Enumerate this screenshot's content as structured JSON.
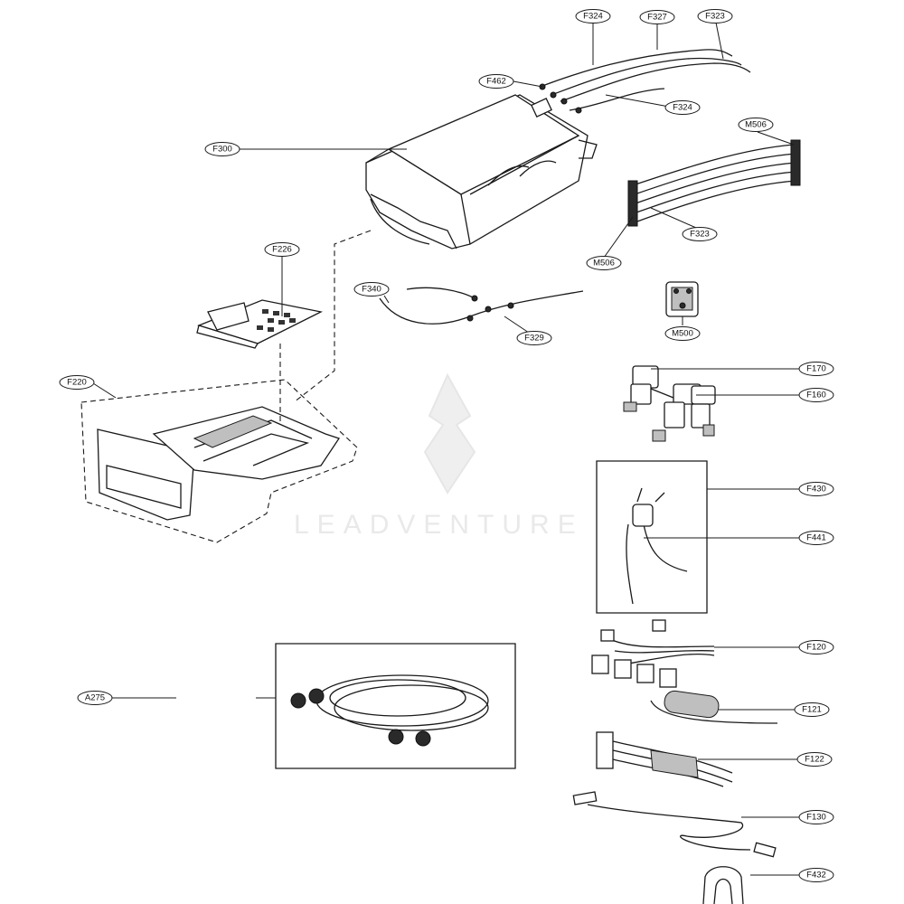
{
  "watermark": "LEADVENTURE",
  "callouts": {
    "f324_top": "F324",
    "f327": "F327",
    "f323_top": "F323",
    "f462": "F462",
    "f324_mid": "F324",
    "f300": "F300",
    "m506_top": "M506",
    "f323_mid": "F323",
    "m506_bot": "M506",
    "f226": "F226",
    "f340": "F340",
    "f329": "F329",
    "m500": "M500",
    "f220": "F220",
    "f170": "F170",
    "f160": "F160",
    "f430": "F430",
    "f441": "F441",
    "f120": "F120",
    "a275": "A275",
    "f121": "F121",
    "f122": "F122",
    "f130": "F130",
    "f432": "F432"
  }
}
